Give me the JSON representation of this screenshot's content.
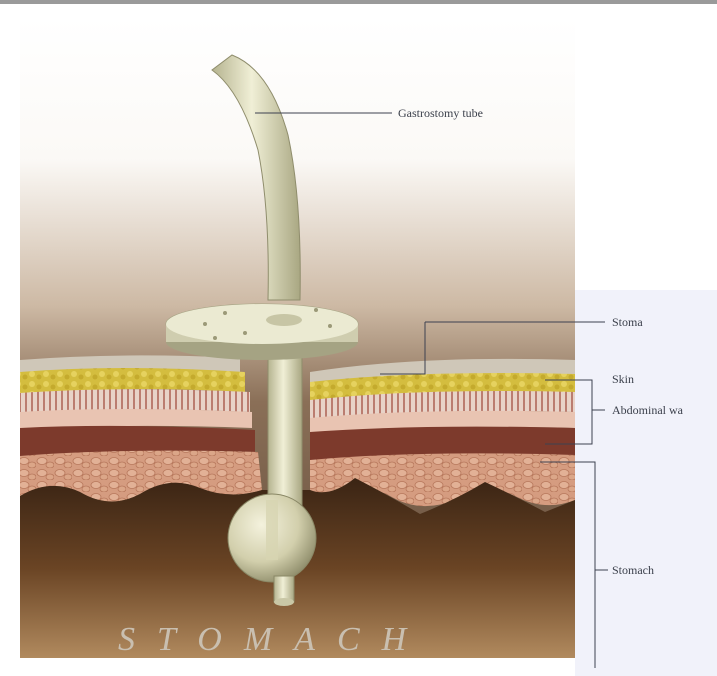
{
  "labels": {
    "gastrostomy_tube": "Gastrostomy tube",
    "stoma": "Stoma",
    "skin": "Skin",
    "abdominal_wall": "Abdominal wa",
    "stomach": "Stomach",
    "stomach_big": "STOMACH"
  },
  "colors": {
    "tube": "#e6e6c9",
    "fat_layer": "#d7c24a",
    "muscle_layer": "#7d3a2c",
    "stomach_wall": "#d49a7c",
    "stomach_interior": "#5b3a1e",
    "right_panel": "#f1f2fa"
  }
}
